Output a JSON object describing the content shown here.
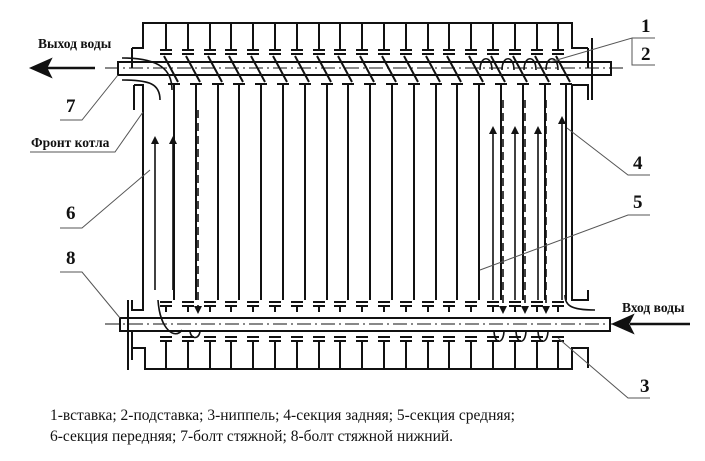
{
  "figure": {
    "flow_labels": {
      "water_out": "Выход воды",
      "water_in": "Вход воды",
      "boiler_front": "Фронт котла"
    },
    "callouts": [
      {
        "id": "1",
        "label": "1"
      },
      {
        "id": "2",
        "label": "2"
      },
      {
        "id": "3",
        "label": "3"
      },
      {
        "id": "4",
        "label": "4"
      },
      {
        "id": "5",
        "label": "5"
      },
      {
        "id": "6",
        "label": "6"
      },
      {
        "id": "7",
        "label": "7"
      },
      {
        "id": "8",
        "label": "8"
      }
    ],
    "caption": {
      "line1": "1-вставка; 2-подставка; 3-ниппель; 4-секция задняя; 5-секция средняя;",
      "line2": "6-секция передняя; 7-болт стяжной; 8-болт стяжной нижний."
    },
    "legend": [
      {
        "num": "1",
        "text": "вставка"
      },
      {
        "num": "2",
        "text": "подставка"
      },
      {
        "num": "3",
        "text": "ниппель"
      },
      {
        "num": "4",
        "text": "секция задняя"
      },
      {
        "num": "5",
        "text": "секция средняя"
      },
      {
        "num": "6",
        "text": "секция передняя"
      },
      {
        "num": "7",
        "text": "болт стяжной"
      },
      {
        "num": "8",
        "text": "болт стяжной нижний"
      }
    ],
    "colors": {
      "line": "#111111",
      "background": "#ffffff",
      "leader": "#555555"
    }
  }
}
